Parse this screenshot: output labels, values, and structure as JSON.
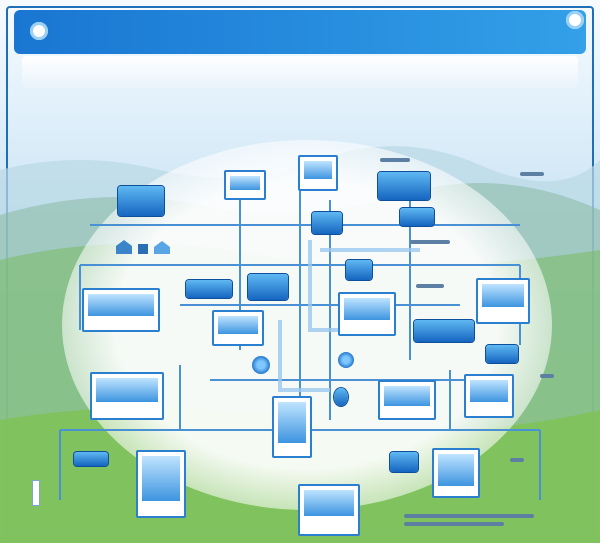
{
  "header": {
    "title": "",
    "code": "",
    "subtitle": ""
  },
  "colors": {
    "header_start": "#1976d2",
    "header_end": "#33a0e8",
    "title_text": "#0d2f6e",
    "pipe": "#3da3ea",
    "tank_top": "#5fb8f2",
    "tank_bottom": "#1565c0",
    "frame": "#1f6fb6",
    "grass": "#8cc86c"
  },
  "diagram": {
    "components": [
      {
        "id": "top-left-unit",
        "kind": "tank"
      },
      {
        "id": "top-center-cabinet",
        "kind": "panel"
      },
      {
        "id": "top-right-tank",
        "kind": "tank"
      },
      {
        "id": "left-building-cluster",
        "kind": "panel"
      },
      {
        "id": "left-control-board",
        "kind": "panel"
      },
      {
        "id": "center-left-tanks",
        "kind": "tank"
      },
      {
        "id": "center-column-vessel",
        "kind": "panel"
      },
      {
        "id": "center-right-monitor",
        "kind": "panel"
      },
      {
        "id": "right-pump-group",
        "kind": "tank"
      },
      {
        "id": "right-control-cabinet",
        "kind": "panel"
      },
      {
        "id": "left-lower-screen",
        "kind": "panel"
      },
      {
        "id": "center-lower-monitor",
        "kind": "panel"
      },
      {
        "id": "right-lower-monitor",
        "kind": "panel"
      },
      {
        "id": "bottom-left-tank",
        "kind": "tank"
      },
      {
        "id": "bottom-right-tank",
        "kind": "tank"
      },
      {
        "id": "bottom-center-panel",
        "kind": "panel"
      },
      {
        "id": "center-bottom-pump",
        "kind": "gauge"
      }
    ],
    "icons": [
      "house-icon",
      "factory-icon",
      "pump-icon",
      "meter-icon",
      "valve-icon"
    ]
  }
}
